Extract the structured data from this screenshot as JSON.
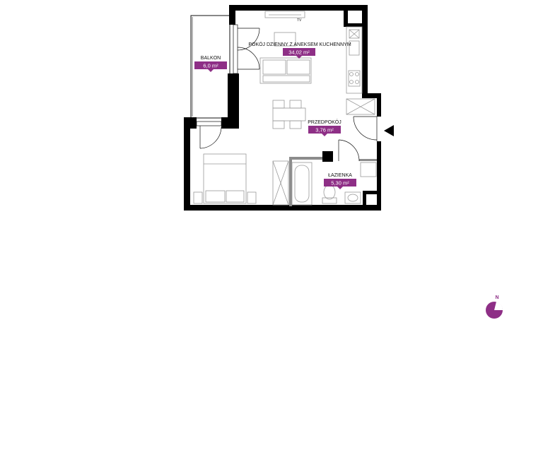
{
  "colors": {
    "accent": "#8e2f86",
    "wall": "#000000",
    "furniture_line": "#9a9a9a",
    "background": "#ffffff"
  },
  "rooms": [
    {
      "id": "living",
      "name": "POKÓJ DZIENNY Z ANEKSEM KUCHENNYM",
      "area": "34,02 m²"
    },
    {
      "id": "balcony",
      "name": "BALKON",
      "area": "6,0 m²"
    },
    {
      "id": "hall",
      "name": "PRZEDPOKÓJ",
      "area": "3,76 m²"
    },
    {
      "id": "bath",
      "name": "ŁAZIENKA",
      "area": "5,30 m²"
    }
  ],
  "tv_label": "TV",
  "compass": {
    "label": "N",
    "icon": "compass-icon"
  },
  "entrance_icon": "entrance-arrow-icon"
}
